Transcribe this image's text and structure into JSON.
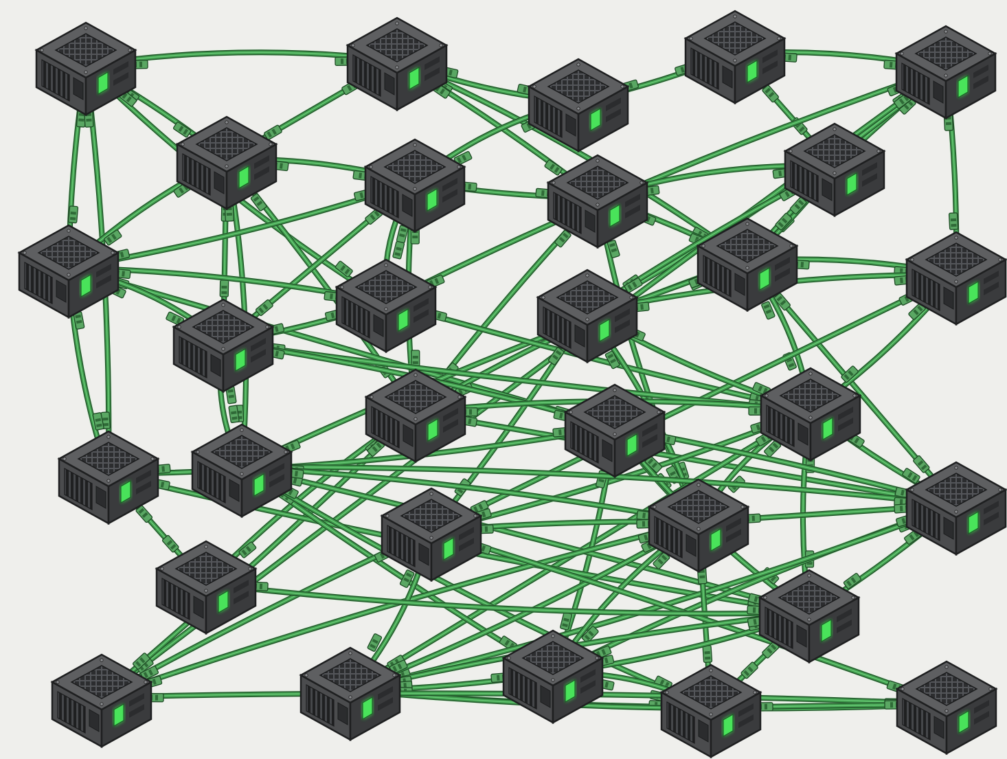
{
  "diagram": {
    "type": "network-topology",
    "node_kind": "server-cube",
    "edge_kind": "cable",
    "colors": {
      "background": "#efefec",
      "cable": "#3f9a4c",
      "cable_highlight": "#7ee08a",
      "cable_glow": "#8dff9a",
      "connector": "#5aa763",
      "node_top": "#5e5f61",
      "node_left": "#4b4c4e",
      "node_right": "#3a3b3d",
      "node_outline": "#1e1f20",
      "vent": "#2a2b2c",
      "status_light": "#49e35a"
    },
    "nodes": [
      {
        "id": "n01"
      },
      {
        "id": "n02"
      },
      {
        "id": "n03"
      },
      {
        "id": "n04"
      },
      {
        "id": "n05"
      },
      {
        "id": "n06"
      },
      {
        "id": "n07"
      },
      {
        "id": "n08"
      },
      {
        "id": "n09"
      },
      {
        "id": "n10"
      },
      {
        "id": "n11"
      },
      {
        "id": "n12"
      },
      {
        "id": "n13"
      },
      {
        "id": "n14"
      },
      {
        "id": "n15"
      },
      {
        "id": "n16"
      },
      {
        "id": "n17"
      },
      {
        "id": "n18"
      },
      {
        "id": "n19"
      },
      {
        "id": "n20"
      },
      {
        "id": "n21"
      },
      {
        "id": "n22"
      },
      {
        "id": "n23"
      },
      {
        "id": "n24"
      },
      {
        "id": "n25"
      },
      {
        "id": "n26"
      },
      {
        "id": "n27"
      },
      {
        "id": "n28"
      },
      {
        "id": "n29"
      },
      {
        "id": "n30"
      }
    ],
    "edges": [
      [
        "n01",
        "n02"
      ],
      [
        "n01",
        "n06"
      ],
      [
        "n01",
        "n09"
      ],
      [
        "n01",
        "n12"
      ],
      [
        "n01",
        "n19"
      ],
      [
        "n02",
        "n06"
      ],
      [
        "n02",
        "n03"
      ],
      [
        "n02",
        "n11"
      ],
      [
        "n02",
        "n08"
      ],
      [
        "n03",
        "n04"
      ],
      [
        "n03",
        "n07"
      ],
      [
        "n04",
        "n05"
      ],
      [
        "n04",
        "n10"
      ],
      [
        "n05",
        "n11"
      ],
      [
        "n05",
        "n14"
      ],
      [
        "n05",
        "n13"
      ],
      [
        "n05",
        "n28"
      ],
      [
        "n05",
        "n12"
      ],
      [
        "n06",
        "n07"
      ],
      [
        "n06",
        "n15"
      ],
      [
        "n06",
        "n09"
      ],
      [
        "n06",
        "n20"
      ],
      [
        "n06",
        "n16"
      ],
      [
        "n07",
        "n08"
      ],
      [
        "n07",
        "n12"
      ],
      [
        "n07",
        "n9"
      ],
      [
        "n07",
        "n15"
      ],
      [
        "n07",
        "n16"
      ],
      [
        "n08",
        "n10"
      ],
      [
        "n08",
        "n11"
      ],
      [
        "n08",
        "n16"
      ],
      [
        "n08",
        "n22"
      ],
      [
        "n09",
        "n12"
      ],
      [
        "n09",
        "n18"
      ],
      [
        "n09",
        "n19"
      ],
      [
        "n09",
        "n15"
      ],
      [
        "n10",
        "n11"
      ],
      [
        "n10",
        "n14"
      ],
      [
        "n11",
        "n16"
      ],
      [
        "n11",
        "n13"
      ],
      [
        "n11",
        "n21"
      ],
      [
        "n11",
        "n20"
      ],
      [
        "n11",
        "n17"
      ],
      [
        "n12",
        "n15"
      ],
      [
        "n12",
        "n17"
      ],
      [
        "n13",
        "n14"
      ],
      [
        "n13",
        "n17"
      ],
      [
        "n13",
        "n23"
      ],
      [
        "n14",
        "n17"
      ],
      [
        "n14",
        "n22"
      ],
      [
        "n14",
        "n23"
      ],
      [
        "n15",
        "n17"
      ],
      [
        "n15",
        "n20"
      ],
      [
        "n15",
        "n18"
      ],
      [
        "n16",
        "n21"
      ],
      [
        "n16",
        "n24"
      ],
      [
        "n16",
        "n17"
      ],
      [
        "n16",
        "n28"
      ],
      [
        "n17",
        "n21"
      ],
      [
        "n17",
        "n22"
      ],
      [
        "n17",
        "n23"
      ],
      [
        "n17",
        "n27"
      ],
      [
        "n17",
        "n25"
      ],
      [
        "n18",
        "n19"
      ],
      [
        "n18",
        "n21"
      ],
      [
        "n18",
        "n22"
      ],
      [
        "n18",
        "n25"
      ],
      [
        "n18",
        "n26"
      ],
      [
        "n19",
        "n24"
      ],
      [
        "n19",
        "n25"
      ],
      [
        "n20",
        "n21"
      ],
      [
        "n20",
        "n25"
      ],
      [
        "n20",
        "n26"
      ],
      [
        "n20",
        "n29"
      ],
      [
        "n20",
        "n22"
      ],
      [
        "n21",
        "n22"
      ],
      [
        "n21",
        "n26"
      ],
      [
        "n21",
        "n27"
      ],
      [
        "n21",
        "n25"
      ],
      [
        "n22",
        "n23"
      ],
      [
        "n22",
        "n26"
      ],
      [
        "n22",
        "n27"
      ],
      [
        "n22",
        "n29"
      ],
      [
        "n22",
        "n28"
      ],
      [
        "n23",
        "n27"
      ],
      [
        "n23",
        "n30"
      ],
      [
        "n23",
        "n28"
      ],
      [
        "n24",
        "n25"
      ],
      [
        "n25",
        "n26"
      ],
      [
        "n25",
        "n29"
      ],
      [
        "n25",
        "n27"
      ],
      [
        "n26",
        "n29"
      ],
      [
        "n26",
        "n27"
      ],
      [
        "n27",
        "n29"
      ],
      [
        "n27",
        "n30"
      ],
      [
        "n28",
        "n30"
      ],
      [
        "n29",
        "n30"
      ]
    ]
  }
}
